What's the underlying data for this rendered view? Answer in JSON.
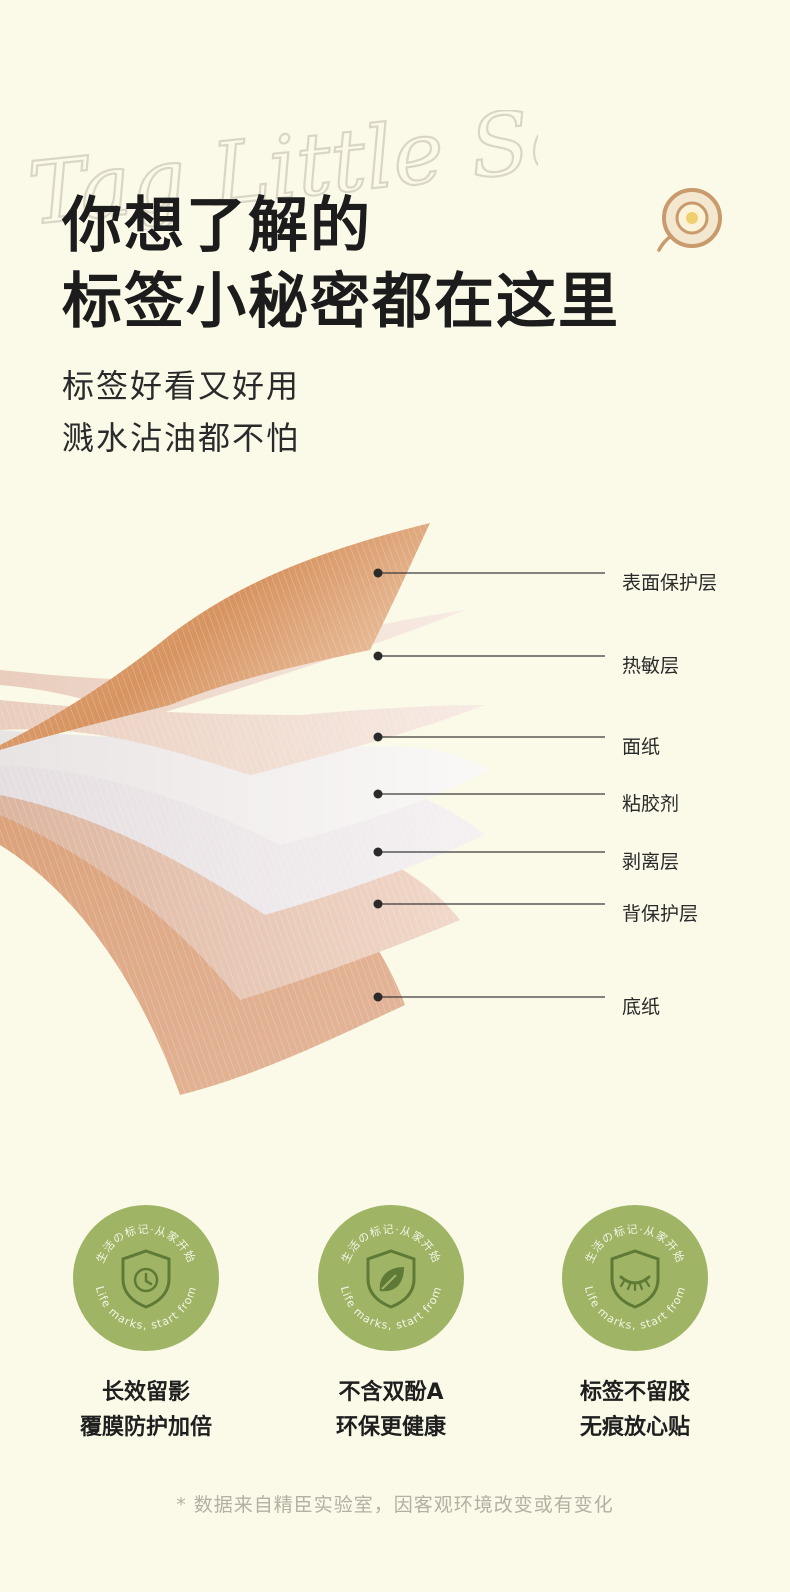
{
  "watermark": {
    "script_text": "Tag Little Secret"
  },
  "header": {
    "title_lines": [
      "你想了解的",
      "标签小秘密都在这里"
    ],
    "subtitle_lines": [
      "标签好看又好用",
      "溅水沾油都不怕"
    ]
  },
  "icons": {
    "header_icon": "tape-roll-icon"
  },
  "layers": {
    "labels": [
      "表面保护层",
      "热敏层",
      "面纸",
      "粘胶剂",
      "剥离层",
      "背保护层",
      "底纸"
    ]
  },
  "badges": {
    "ring_text_cn": "生活の标记·从家开始",
    "ring_text_en": "Life marks, start from",
    "icons": [
      "clock-shield-icon",
      "leaf-shield-icon",
      "closed-eye-shield-icon"
    ],
    "color": "#9fb565"
  },
  "features": [
    {
      "line1": "长效留影",
      "line2": "覆膜防护加倍"
    },
    {
      "line1": "不含双酚A",
      "line2": "环保更健康"
    },
    {
      "line1": "标签不留胶",
      "line2": "无痕放心贴"
    }
  ],
  "footnote": "* 数据来自精臣实验室，因客观环境改变或有变化"
}
